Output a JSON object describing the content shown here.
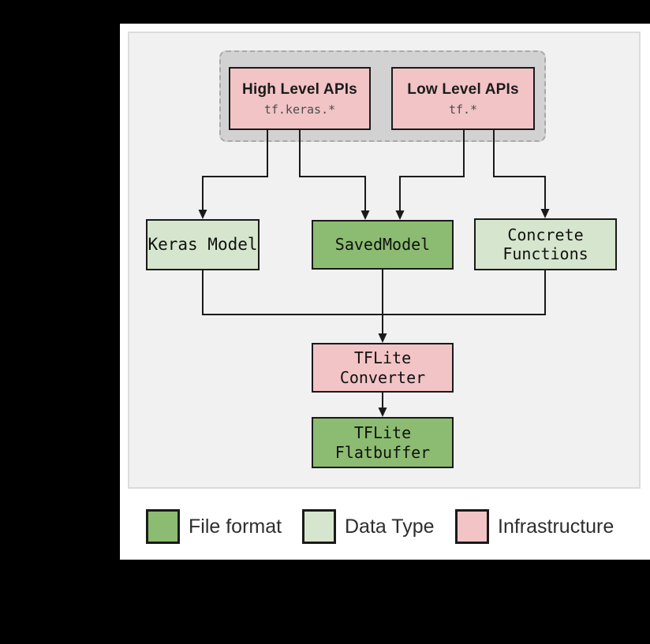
{
  "colors": {
    "background": "#000000",
    "card": "#ffffff",
    "panel": "#f1f1f2",
    "api_container": "#d2d2d2",
    "file_format": "#8cbc72",
    "data_type": "#d6e6ce",
    "infrastructure": "#f2c4c6",
    "line": "#1a1a1a"
  },
  "diagram": {
    "api_group": {
      "high_level": {
        "title": "High Level APIs",
        "code": "tf.keras.*"
      },
      "low_level": {
        "title": "Low Level APIs",
        "code": "tf.*"
      }
    },
    "nodes": {
      "keras_model": {
        "label": "Keras Model"
      },
      "saved_model": {
        "label": "SavedModel"
      },
      "concrete_functions": {
        "line1": "Concrete",
        "line2": "Functions"
      },
      "tflite_converter": {
        "line1": "TFLite",
        "line2": "Converter"
      },
      "tflite_flatbuffer": {
        "line1": "TFLite",
        "line2": "Flatbuffer"
      }
    }
  },
  "legend": {
    "items": [
      {
        "label": "File format",
        "color": "#8cbc72"
      },
      {
        "label": "Data Type",
        "color": "#d6e6ce"
      },
      {
        "label": "Infrastructure",
        "color": "#f2c4c6"
      }
    ]
  }
}
